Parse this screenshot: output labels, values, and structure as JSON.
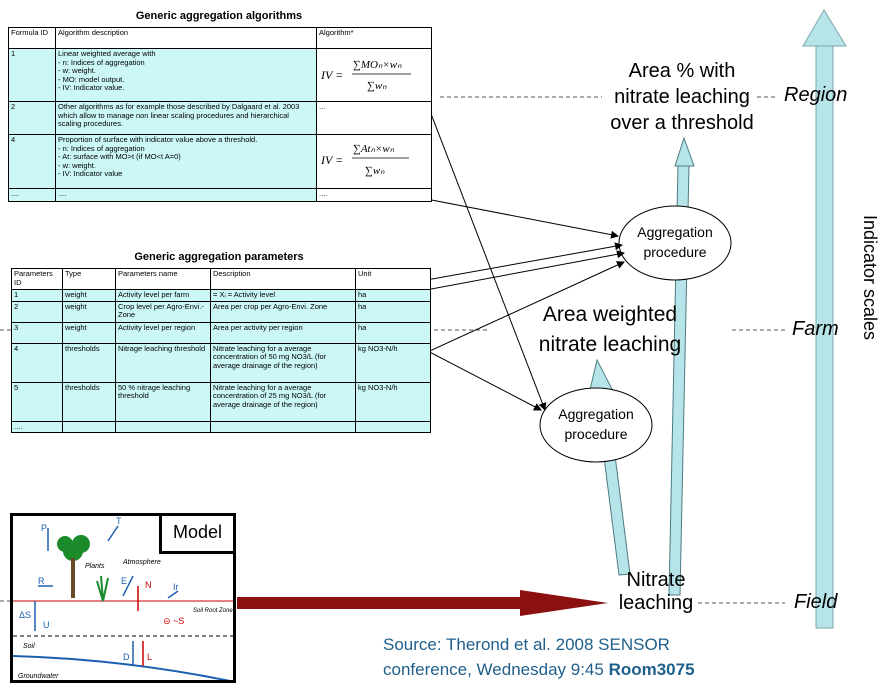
{
  "algorithms_table": {
    "title": "Generic aggregation algorithms",
    "headers": [
      "Formula ID",
      "Algorithm description",
      "Algorithm*"
    ],
    "rows": [
      {
        "id": "1",
        "desc": "Linear weighted average with\n- n: Indices of aggregation\n- w: weight.\n- MO: model output.\n- IV: Indicator value.",
        "formula": "IV = ΣMOₙ×wₙ / Σwₙ"
      },
      {
        "id": "2",
        "desc": "Other algorithms as for example those described by Dalgaard et al. 2003 which allow to manage non linear scaling procedures and hierarchical scaling procedures.",
        "formula": "..."
      },
      {
        "id": "4",
        "desc": "Proportion of surface with indicator value above a threshold.\n- n: Indices of aggregation\n- At: surface with MO>t (if MO<t A=0)\n- w: weight.\n- IV: Indicator value",
        "formula": "IV = ΣAtₙ×wₙ / Σwₙ"
      },
      {
        "id": "....",
        "desc": "....",
        "formula": "...."
      }
    ]
  },
  "parameters_table": {
    "title": "Generic aggregation parameters",
    "headers": [
      "Parameters ID",
      "Type",
      "Parameters name",
      "Description",
      "Unit"
    ],
    "rows": [
      {
        "id": "1",
        "type": "weight",
        "name": "Activity level per farm",
        "desc": "= Xᵢ = Activity level",
        "unit": "ha"
      },
      {
        "id": "2",
        "type": "weight",
        "name": "Crop level per Agro-Envi.-Zone",
        "desc": "Area per crop per Agro-Envi. Zone",
        "unit": "ha"
      },
      {
        "id": "3",
        "type": "weight",
        "name": "Activity level per region",
        "desc": "Area per activity per region",
        "unit": "ha"
      },
      {
        "id": "4",
        "type": "thresholds",
        "name": "Nitrage leaching threshold",
        "desc": "Nitrate leaching for a average concentration of 50 mg NO3/L (for average drainage of the region)",
        "unit": "kg NO3-N/h"
      },
      {
        "id": "5",
        "type": "thresholds",
        "name": "50 % nitrage leaching threshold",
        "desc": "Nitrate leaching for a average concentration of 25 mg NO3/L (for average drainage of the region)",
        "unit": "kg NO3-N/h"
      },
      {
        "id": "....",
        "type": "",
        "name": "",
        "desc": "",
        "unit": ""
      }
    ]
  },
  "model_box": {
    "title": "Model",
    "labels": [
      "P",
      "T",
      "Plants",
      "Atmosphere",
      "R",
      "E",
      "N",
      "Ir",
      "Soil Root Zone",
      "Soil",
      "ΔS",
      "U",
      "D",
      "L",
      "Groundwater"
    ]
  },
  "diagram": {
    "area_pct": "Area % with\nnitrate leaching\nover a threshold",
    "area_weighted": "Area weighted\nnitrate leaching",
    "nitrate": "Nitrate\nleaching",
    "procedure_top": "Aggregation\nprocedure",
    "procedure_bottom": "Aggregation\nprocedure",
    "scale_region": "Region",
    "scale_farm": "Farm",
    "scale_field": "Field",
    "axis_label": "Indicator scales",
    "source_line1": "Source: Therond et al. 2008 SENSOR",
    "source_line2_plain": "conference, Wednesday 9:45 ",
    "source_line2_bold": "Room3075",
    "colors": {
      "arrow_fill": "#b7e4e8",
      "model_arrow": "#8b1010",
      "table_fill": "#ccf7f7",
      "source_text": "#1f5f8b"
    }
  }
}
